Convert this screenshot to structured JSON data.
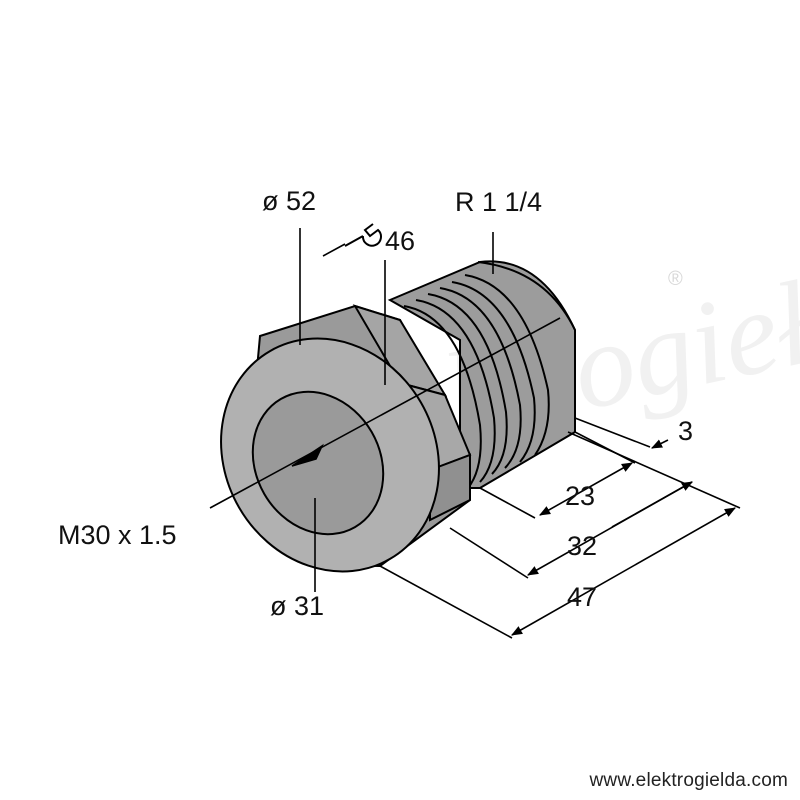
{
  "labels": {
    "diameter_top": "ø 52",
    "wrench_size": "46",
    "thread_top": "R 1 1/4",
    "thread_front": "M30 x 1.5",
    "diameter_bottom": "ø 31",
    "dim_3": "3",
    "dim_23": "23",
    "dim_32": "32",
    "dim_47": "47"
  },
  "watermark": {
    "text": "Elektrogiełda",
    "registered_mark": "®"
  },
  "footer": {
    "url": "www.elektrogielda.com"
  },
  "colors": {
    "part_fill": "#9c9c9c",
    "part_face": "#b1b1b1",
    "outline": "#000000",
    "watermark": "#eeeeee"
  },
  "icons": {
    "wrench": "wrench-icon",
    "arrowheads": "dimension-arrow-icon"
  }
}
